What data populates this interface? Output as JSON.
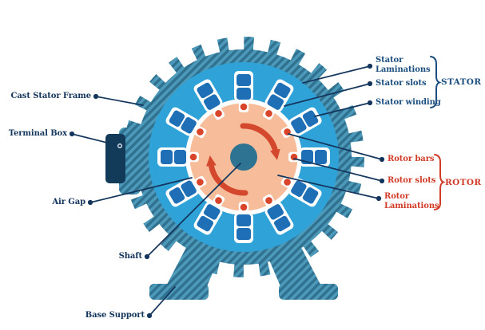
{
  "diagram": {
    "subject": "Electrical motor cross-section diagram",
    "labels": {
      "cast_stator_frame": "Cast Stator Frame",
      "terminal_box": "Terminal Box",
      "air_gap": "Air Gap",
      "shaft": "Shaft",
      "base_support": "Base Support",
      "stator_laminations": "Stator Laminations",
      "stator_slots": "Stator slots",
      "stator_winding": "Stator winding",
      "stator_group": "STATOR",
      "rotor_bars": "Rotor bars",
      "rotor_slots": "Rotor slots",
      "rotor_laminations": "Rotor Laminations",
      "rotor_group": "ROTOR"
    },
    "counts": {
      "stator_slots": 12,
      "rotor_bars": 12,
      "cooling_fins": 28,
      "rotation_arrows": 2
    },
    "colors": {
      "label_navy": "#14355c",
      "stator_label_blue": "#1c4f7f",
      "rotor_label_red": "#d23b28",
      "casing_teal": "#4c99ba",
      "casing_stripe": "#317190",
      "stator_blue": "#2fa2d8",
      "rotor_salmon": "#f7bd9b",
      "winding_navy": "#1e6fb6",
      "rotor_bar_red": "#d8452b",
      "shaft_teal": "#2e7492",
      "terminal_box_navy": "#113b58",
      "arrow_red": "#d4492e"
    }
  }
}
